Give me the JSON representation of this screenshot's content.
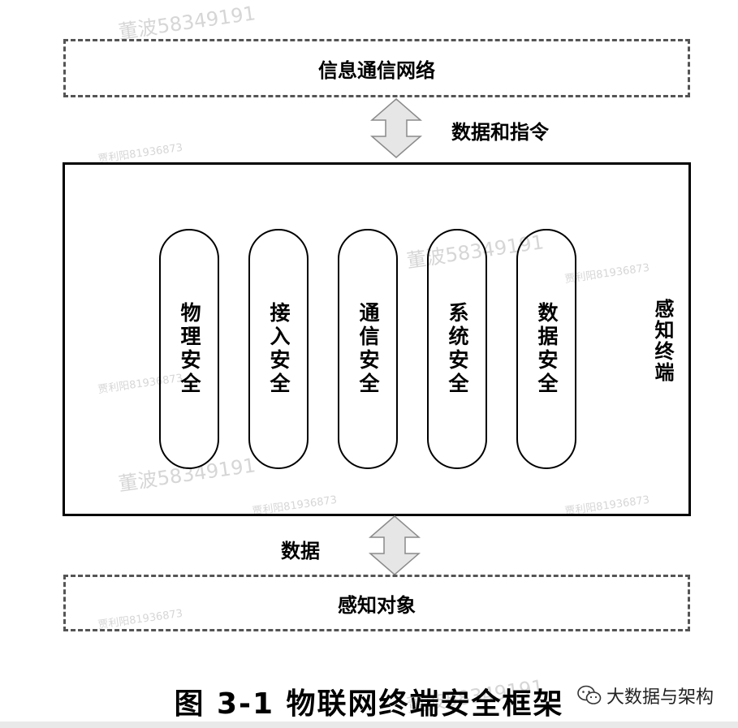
{
  "diagram": {
    "top_box": "信息通信网络",
    "arrow_top_label": "数据和指令",
    "terminal_label": "感知终端",
    "modules": [
      "物理安全",
      "接入安全",
      "通信安全",
      "系统安全",
      "数据安全"
    ],
    "arrow_bottom_label": "数据",
    "bottom_box": "感知对象",
    "caption": "图 3-1  物联网终端安全框架"
  },
  "brand": {
    "icon": "wechat-icon",
    "label": "大数据与架构"
  },
  "watermarks": {
    "large": "董波58349191",
    "small": "贾利阳81936873"
  },
  "colors": {
    "dashed_border": "#555555",
    "arrow_fill": "#e6e6e6",
    "arrow_stroke": "#8a8a8a",
    "watermark": "#d6d6d6"
  }
}
